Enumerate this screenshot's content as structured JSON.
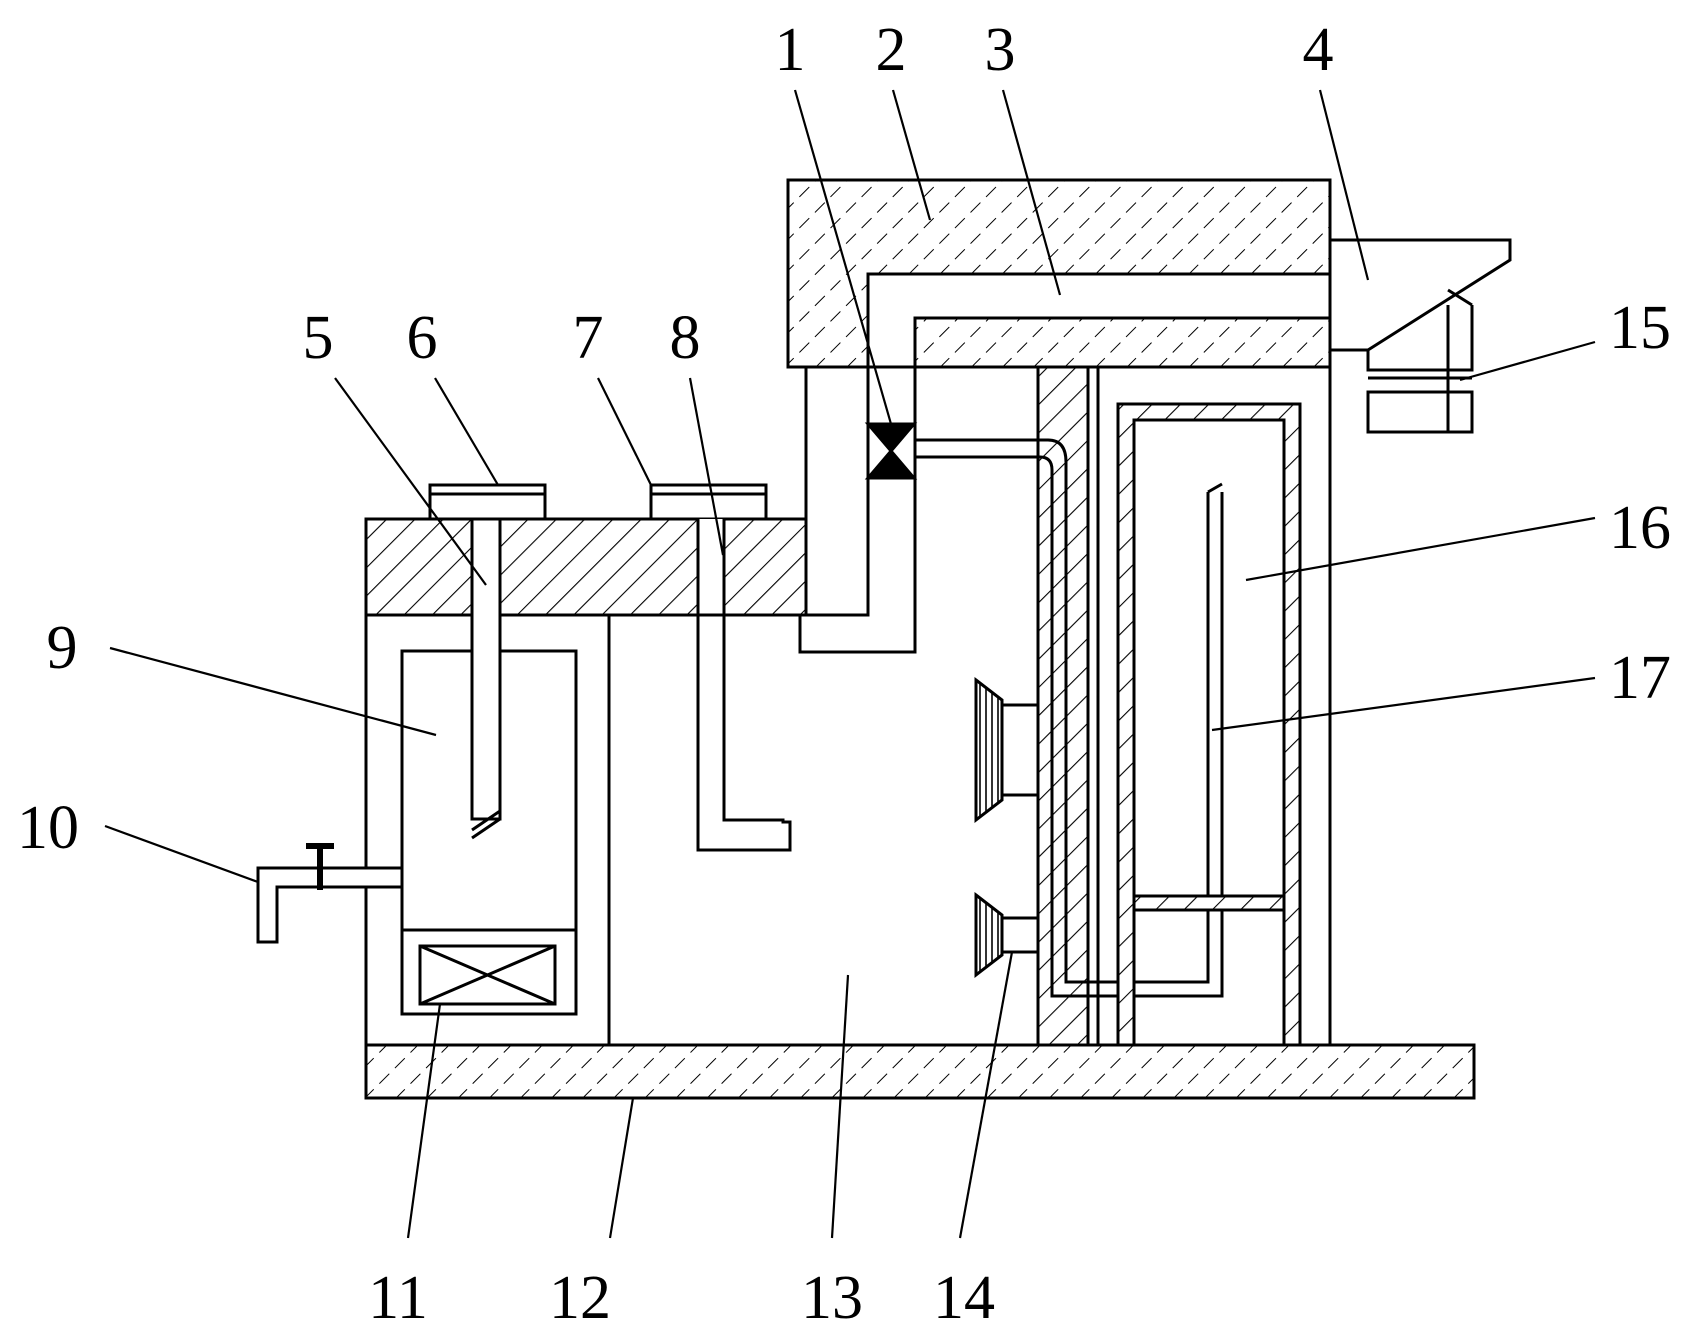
{
  "diagram": {
    "line_color": "#000000",
    "background": "#ffffff",
    "callouts": [
      {
        "id": "c1",
        "label": "1"
      },
      {
        "id": "c2",
        "label": "2"
      },
      {
        "id": "c3",
        "label": "3"
      },
      {
        "id": "c4",
        "label": "4"
      },
      {
        "id": "c5",
        "label": "5"
      },
      {
        "id": "c6",
        "label": "6"
      },
      {
        "id": "c7",
        "label": "7"
      },
      {
        "id": "c8",
        "label": "8"
      },
      {
        "id": "c9",
        "label": "9"
      },
      {
        "id": "c10",
        "label": "10"
      },
      {
        "id": "c11",
        "label": "11"
      },
      {
        "id": "c12",
        "label": "12"
      },
      {
        "id": "c13",
        "label": "13"
      },
      {
        "id": "c14",
        "label": "14"
      },
      {
        "id": "c15",
        "label": "15"
      },
      {
        "id": "c16",
        "label": "16"
      },
      {
        "id": "c17",
        "label": "17"
      }
    ]
  }
}
